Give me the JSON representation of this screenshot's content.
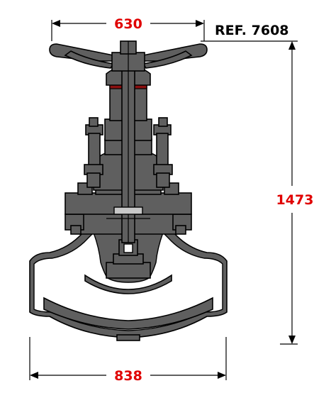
{
  "reference": "REF. 7608",
  "dimensions": {
    "handwheel_width": "630",
    "overall_height": "1473",
    "face_to_face": "838"
  },
  "colors": {
    "dimension_text": "#e00000",
    "body": "#5f5f5f",
    "seal": "#8b1010"
  }
}
